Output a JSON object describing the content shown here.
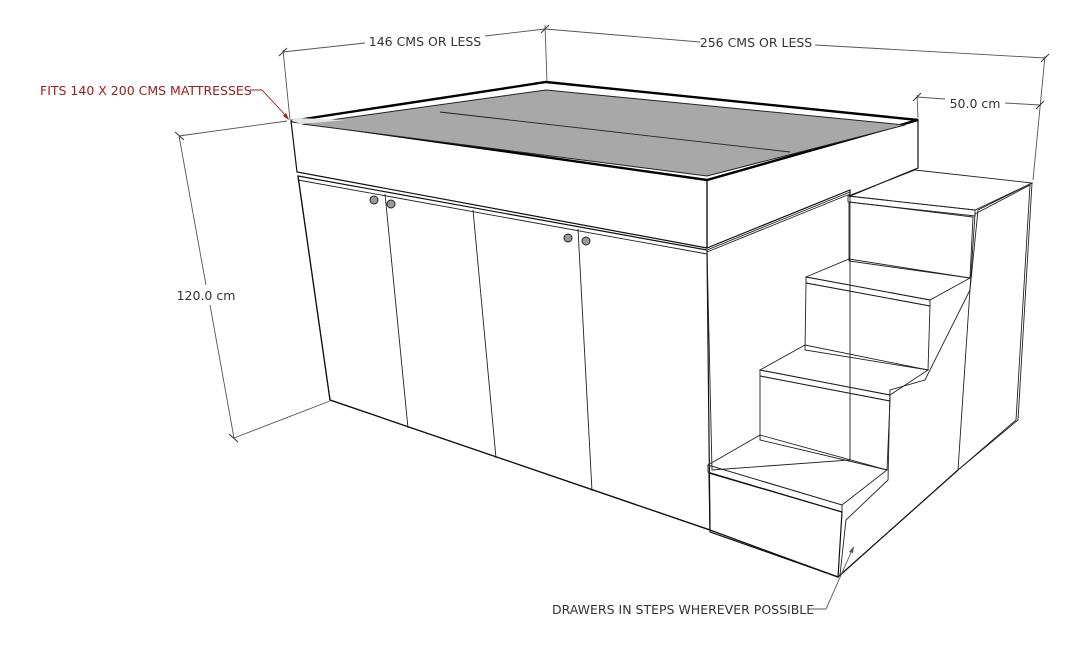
{
  "diagram": {
    "subject": "Loft bed with cabinet storage and stepped drawers",
    "colors": {
      "white_face": "#ffffff",
      "light_side": "#d6d6d6",
      "mattress_top": "#a8a8a8",
      "step_top": "#a6a6a6",
      "edge": "#111111",
      "dimension_line": "#555555",
      "label_text": "#333333",
      "callout_red": "#9b1c1c"
    }
  },
  "dimensions": {
    "width_front": "146 CMS OR LESS",
    "length_total": "256 CMS OR LESS",
    "stairs_depth": "50.0 cm",
    "height": "120.0 cm"
  },
  "callouts": {
    "mattress": "FITS 140 X 200 CMS MATTRESSES",
    "drawers": "DRAWERS IN STEPS WHEREVER POSSIBLE"
  },
  "components": {
    "cabinet_doors": 4,
    "door_knobs": 4,
    "steps": 4
  }
}
